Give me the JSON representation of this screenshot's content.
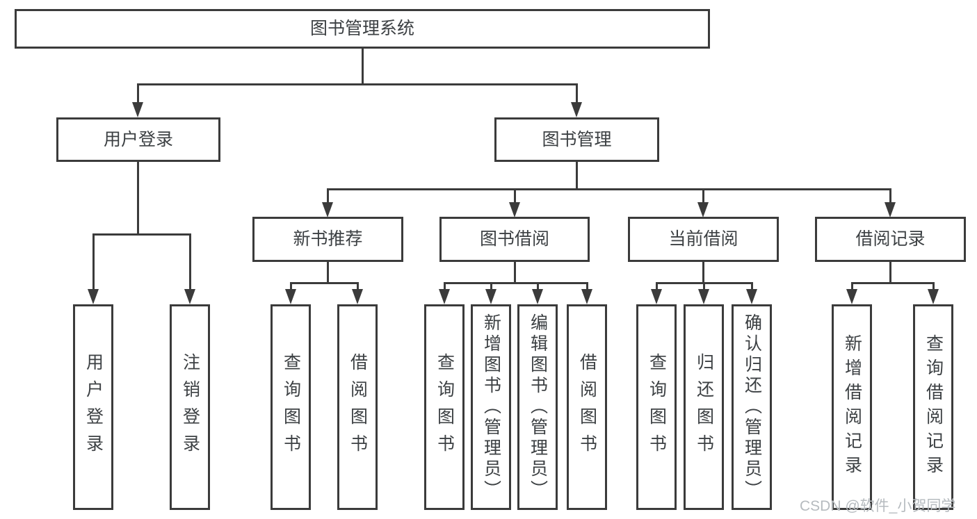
{
  "diagram": {
    "tree": {
      "label": "图书管理系统",
      "children": [
        {
          "label": "用户登录",
          "children": [
            {
              "label": "用户登录"
            },
            {
              "label": "注销登录"
            }
          ]
        },
        {
          "label": "图书管理",
          "children": [
            {
              "label": "新书推荐",
              "children": [
                {
                  "label": "查询图书"
                },
                {
                  "label": "借阅图书"
                }
              ]
            },
            {
              "label": "图书借阅",
              "children": [
                {
                  "label": "查询图书"
                },
                {
                  "label": "新增图书（管理员）"
                },
                {
                  "label": "编辑图书（管理员）"
                },
                {
                  "label": "借阅图书"
                }
              ]
            },
            {
              "label": "当前借阅",
              "children": [
                {
                  "label": "查询图书"
                },
                {
                  "label": "归还图书"
                },
                {
                  "label": "确认归还（管理员）"
                }
              ]
            },
            {
              "label": "借阅记录",
              "children": [
                {
                  "label": "新增借阅记录"
                },
                {
                  "label": "查询借阅记录"
                }
              ]
            }
          ]
        }
      ]
    }
  },
  "watermark": {
    "text": "CSDN @软件_小贺同学"
  },
  "colors": {
    "line": "#3b3b3b",
    "text": "#3c4043",
    "watermark": "#b6bbbf",
    "background": "#ffffff"
  }
}
